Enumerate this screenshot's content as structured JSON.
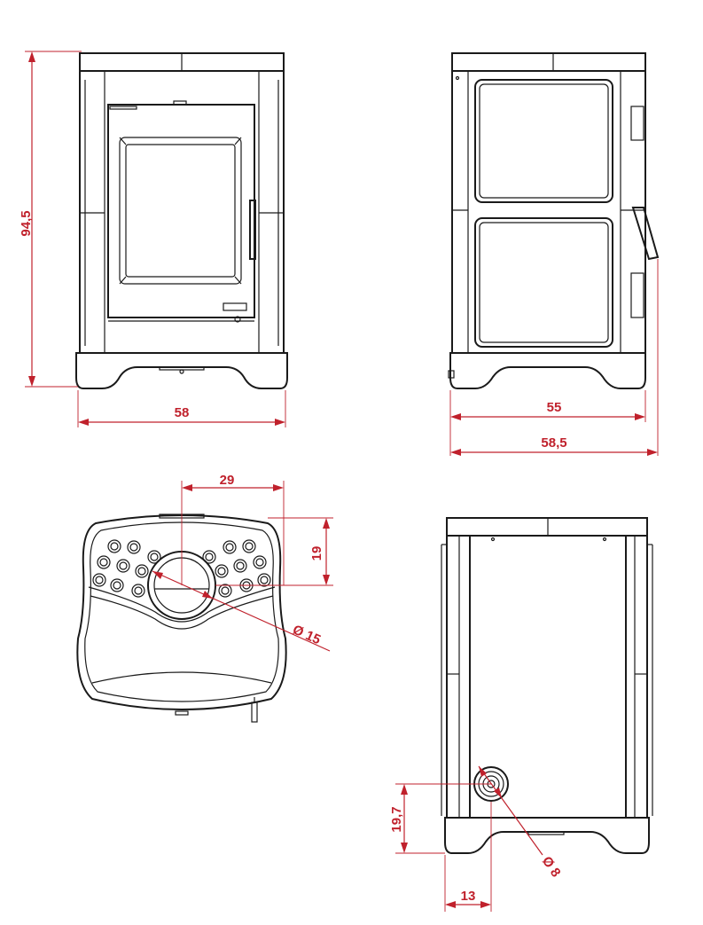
{
  "dimensions": {
    "height": "94,5",
    "front_width": "58",
    "side_depth": "55",
    "side_depth_total": "58,5",
    "top_offset_x": "29",
    "top_offset_y": "19",
    "top_flue_diameter": "Ø 15",
    "rear_flue_height": "19,7",
    "rear_flue_offset": "13",
    "rear_flue_diameter": "Ø 8"
  },
  "colors": {
    "dimension": "#c0212c",
    "outline": "#1a1a1a"
  }
}
